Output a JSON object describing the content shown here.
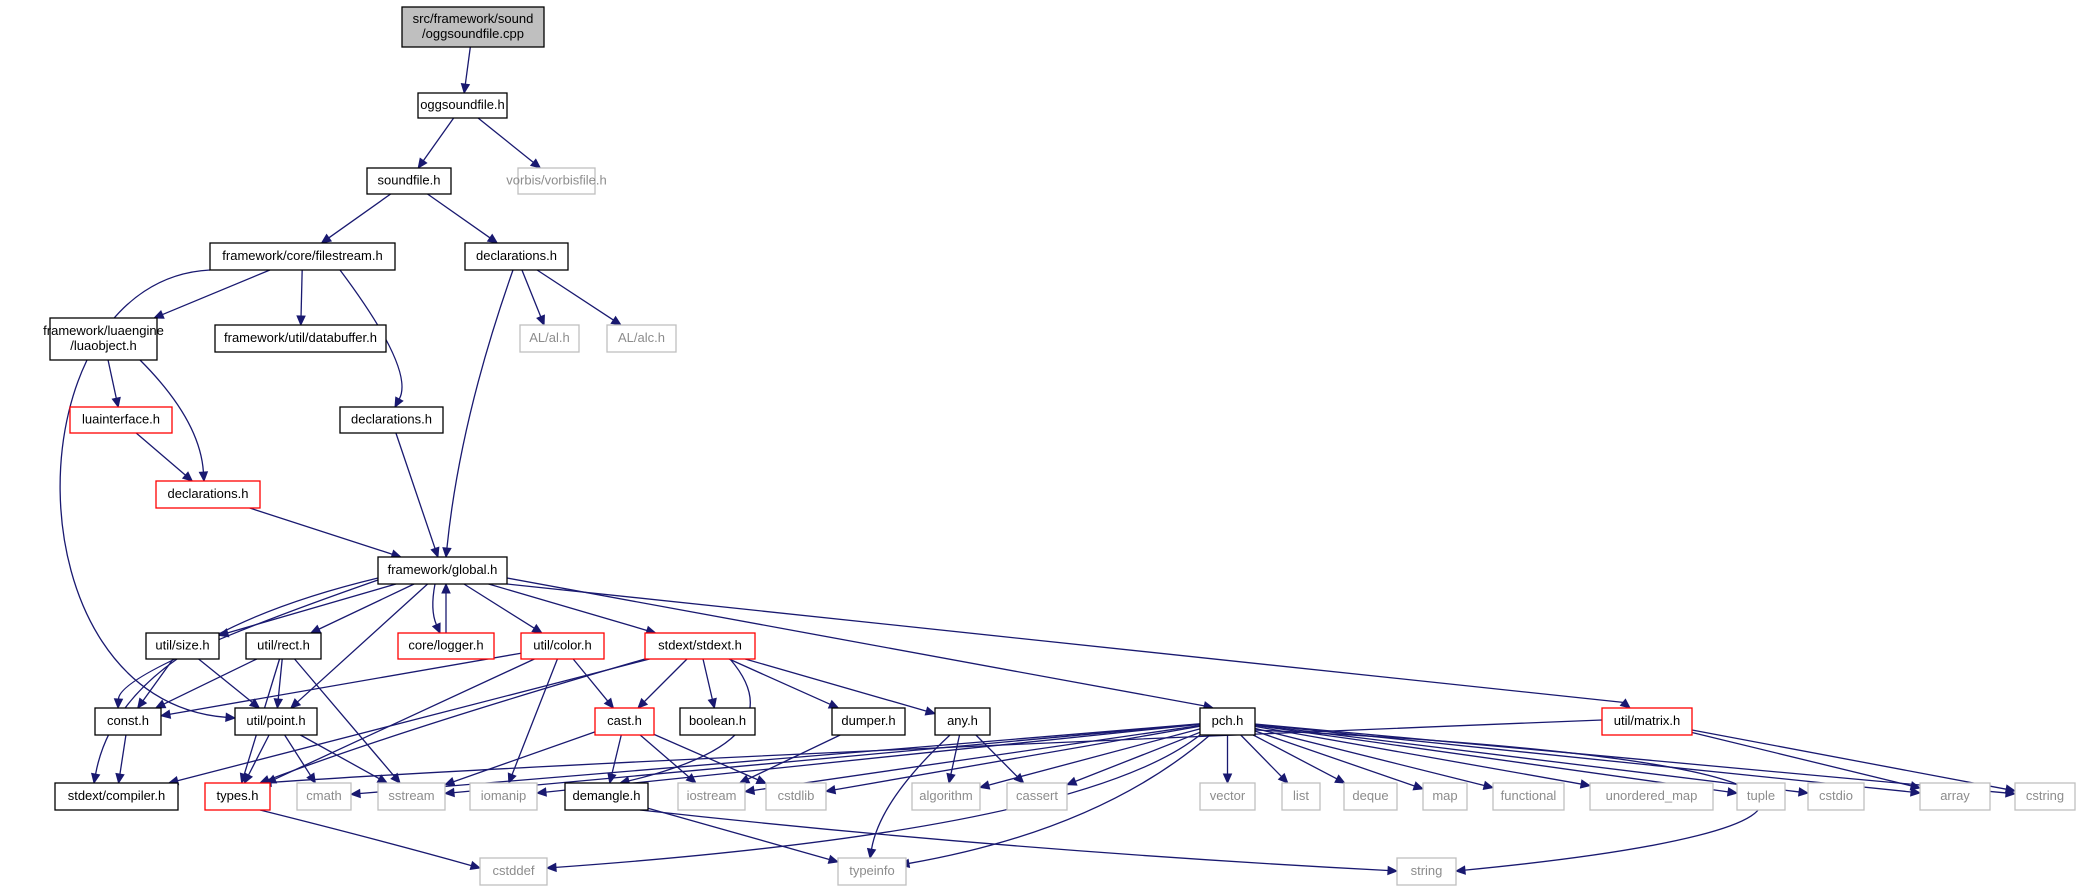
{
  "graph": {
    "colors": {
      "edge": "#191970",
      "root_fill": "#bfbfbf",
      "documented_border": "#000000",
      "truncated_border": "#ff0000",
      "external_border": "#bfbfbf",
      "external_text": "#8c8c8c"
    },
    "nodes": [
      {
        "id": "root",
        "kind": "root",
        "lines": [
          "src/framework/sound",
          "/oggsoundfile.cpp"
        ]
      },
      {
        "id": "oggsoundfile_h",
        "kind": "doc",
        "lines": [
          "oggsoundfile.h"
        ]
      },
      {
        "id": "soundfile_h",
        "kind": "doc",
        "lines": [
          "soundfile.h"
        ]
      },
      {
        "id": "vorbisfile_h",
        "kind": "ext",
        "lines": [
          "vorbis/vorbisfile.h"
        ]
      },
      {
        "id": "filestream_h",
        "kind": "doc",
        "lines": [
          "framework/core/filestream.h"
        ]
      },
      {
        "id": "declarations_sound",
        "kind": "doc",
        "lines": [
          "declarations.h"
        ]
      },
      {
        "id": "luaobject_h",
        "kind": "doc",
        "lines": [
          "framework/luaengine",
          "/luaobject.h"
        ]
      },
      {
        "id": "databuffer_h",
        "kind": "doc",
        "lines": [
          "framework/util/databuffer.h"
        ]
      },
      {
        "id": "al_h",
        "kind": "ext",
        "lines": [
          "AL/al.h"
        ]
      },
      {
        "id": "alc_h",
        "kind": "ext",
        "lines": [
          "AL/alc.h"
        ]
      },
      {
        "id": "luainterface_h",
        "kind": "trunc",
        "lines": [
          "luainterface.h"
        ]
      },
      {
        "id": "declarations_core",
        "kind": "doc",
        "lines": [
          "declarations.h"
        ]
      },
      {
        "id": "declarations_lua",
        "kind": "trunc",
        "lines": [
          "declarations.h"
        ]
      },
      {
        "id": "global_h",
        "kind": "doc",
        "lines": [
          "framework/global.h"
        ]
      },
      {
        "id": "size_h",
        "kind": "doc",
        "lines": [
          "util/size.h"
        ]
      },
      {
        "id": "rect_h",
        "kind": "doc",
        "lines": [
          "util/rect.h"
        ]
      },
      {
        "id": "logger_h",
        "kind": "trunc",
        "lines": [
          "core/logger.h"
        ]
      },
      {
        "id": "color_h",
        "kind": "trunc",
        "lines": [
          "util/color.h"
        ]
      },
      {
        "id": "stdext_h",
        "kind": "trunc",
        "lines": [
          "stdext/stdext.h"
        ]
      },
      {
        "id": "pch_h",
        "kind": "doc",
        "lines": [
          "pch.h"
        ]
      },
      {
        "id": "matrix_h",
        "kind": "trunc",
        "lines": [
          "util/matrix.h"
        ]
      },
      {
        "id": "const_h",
        "kind": "doc",
        "lines": [
          "const.h"
        ]
      },
      {
        "id": "point_h",
        "kind": "doc",
        "lines": [
          "util/point.h"
        ]
      },
      {
        "id": "cast_h",
        "kind": "trunc",
        "lines": [
          "cast.h"
        ]
      },
      {
        "id": "boolean_h",
        "kind": "doc",
        "lines": [
          "boolean.h"
        ]
      },
      {
        "id": "dumper_h",
        "kind": "doc",
        "lines": [
          "dumper.h"
        ]
      },
      {
        "id": "any_h",
        "kind": "doc",
        "lines": [
          "any.h"
        ]
      },
      {
        "id": "compiler_h",
        "kind": "doc",
        "lines": [
          "stdext/compiler.h"
        ]
      },
      {
        "id": "types_h",
        "kind": "trunc",
        "lines": [
          "types.h"
        ]
      },
      {
        "id": "cmath",
        "kind": "ext",
        "lines": [
          "cmath"
        ]
      },
      {
        "id": "sstream",
        "kind": "ext",
        "lines": [
          "sstream"
        ]
      },
      {
        "id": "iomanip",
        "kind": "ext",
        "lines": [
          "iomanip"
        ]
      },
      {
        "id": "demangle_h",
        "kind": "doc",
        "lines": [
          "demangle.h"
        ]
      },
      {
        "id": "iostream",
        "kind": "ext",
        "lines": [
          "iostream"
        ]
      },
      {
        "id": "cstdlib",
        "kind": "ext",
        "lines": [
          "cstdlib"
        ]
      },
      {
        "id": "algorithm",
        "kind": "ext",
        "lines": [
          "algorithm"
        ]
      },
      {
        "id": "cassert",
        "kind": "ext",
        "lines": [
          "cassert"
        ]
      },
      {
        "id": "vector",
        "kind": "ext",
        "lines": [
          "vector"
        ]
      },
      {
        "id": "list",
        "kind": "ext",
        "lines": [
          "list"
        ]
      },
      {
        "id": "deque",
        "kind": "ext",
        "lines": [
          "deque"
        ]
      },
      {
        "id": "map",
        "kind": "ext",
        "lines": [
          "map"
        ]
      },
      {
        "id": "functional",
        "kind": "ext",
        "lines": [
          "functional"
        ]
      },
      {
        "id": "unordered_map",
        "kind": "ext",
        "lines": [
          "unordered_map"
        ]
      },
      {
        "id": "tuple",
        "kind": "ext",
        "lines": [
          "tuple"
        ]
      },
      {
        "id": "cstdio",
        "kind": "ext",
        "lines": [
          "cstdio"
        ]
      },
      {
        "id": "array",
        "kind": "ext",
        "lines": [
          "array"
        ]
      },
      {
        "id": "cstring",
        "kind": "ext",
        "lines": [
          "cstring"
        ]
      },
      {
        "id": "cstddef",
        "kind": "ext",
        "lines": [
          "cstddef"
        ]
      },
      {
        "id": "typeinfo",
        "kind": "ext",
        "lines": [
          "typeinfo"
        ]
      },
      {
        "id": "string",
        "kind": "ext",
        "lines": [
          "string"
        ]
      }
    ],
    "edges": [
      [
        "root",
        "oggsoundfile_h"
      ],
      [
        "oggsoundfile_h",
        "soundfile_h"
      ],
      [
        "oggsoundfile_h",
        "vorbisfile_h"
      ],
      [
        "soundfile_h",
        "filestream_h"
      ],
      [
        "soundfile_h",
        "declarations_sound"
      ],
      [
        "filestream_h",
        "luaobject_h"
      ],
      [
        "filestream_h",
        "databuffer_h"
      ],
      [
        "filestream_h",
        "declarations_core"
      ],
      [
        "filestream_h",
        "point_h"
      ],
      [
        "declarations_sound",
        "global_h"
      ],
      [
        "declarations_sound",
        "al_h"
      ],
      [
        "declarations_sound",
        "alc_h"
      ],
      [
        "luaobject_h",
        "luainterface_h"
      ],
      [
        "luaobject_h",
        "declarations_lua"
      ],
      [
        "luainterface_h",
        "declarations_lua"
      ],
      [
        "declarations_lua",
        "global_h"
      ],
      [
        "declarations_core",
        "global_h"
      ],
      [
        "global_h",
        "size_h"
      ],
      [
        "global_h",
        "rect_h"
      ],
      [
        "global_h",
        "logger_h"
      ],
      [
        "global_h",
        "color_h"
      ],
      [
        "global_h",
        "stdext_h"
      ],
      [
        "global_h",
        "pch_h"
      ],
      [
        "global_h",
        "matrix_h"
      ],
      [
        "global_h",
        "const_h"
      ],
      [
        "global_h",
        "point_h"
      ],
      [
        "global_h",
        "compiler_h"
      ],
      [
        "logger_h",
        "global_h"
      ],
      [
        "size_h",
        "const_h"
      ],
      [
        "size_h",
        "point_h"
      ],
      [
        "rect_h",
        "const_h"
      ],
      [
        "rect_h",
        "point_h"
      ],
      [
        "rect_h",
        "types_h"
      ],
      [
        "rect_h",
        "sstream"
      ],
      [
        "color_h",
        "const_h"
      ],
      [
        "color_h",
        "types_h"
      ],
      [
        "color_h",
        "cast_h"
      ],
      [
        "color_h",
        "iomanip"
      ],
      [
        "stdext_h",
        "cast_h"
      ],
      [
        "stdext_h",
        "boolean_h"
      ],
      [
        "stdext_h",
        "dumper_h"
      ],
      [
        "stdext_h",
        "any_h"
      ],
      [
        "stdext_h",
        "compiler_h"
      ],
      [
        "stdext_h",
        "demangle_h"
      ],
      [
        "stdext_h",
        "types_h"
      ],
      [
        "const_h",
        "compiler_h"
      ],
      [
        "point_h",
        "types_h"
      ],
      [
        "point_h",
        "cmath"
      ],
      [
        "point_h",
        "sstream"
      ],
      [
        "cast_h",
        "demangle_h"
      ],
      [
        "cast_h",
        "iostream"
      ],
      [
        "cast_h",
        "cstdlib"
      ],
      [
        "cast_h",
        "sstream"
      ],
      [
        "dumper_h",
        "iostream"
      ],
      [
        "any_h",
        "algorithm"
      ],
      [
        "any_h",
        "cassert"
      ],
      [
        "any_h",
        "typeinfo"
      ],
      [
        "matrix_h",
        "array"
      ],
      [
        "matrix_h",
        "cstring"
      ],
      [
        "matrix_h",
        "types_h"
      ],
      [
        "types_h",
        "cstddef"
      ],
      [
        "demangle_h",
        "typeinfo"
      ],
      [
        "demangle_h",
        "string"
      ],
      [
        "pch_h",
        "vector"
      ],
      [
        "pch_h",
        "list"
      ],
      [
        "pch_h",
        "deque"
      ],
      [
        "pch_h",
        "map"
      ],
      [
        "pch_h",
        "functional"
      ],
      [
        "pch_h",
        "unordered_map"
      ],
      [
        "pch_h",
        "tuple"
      ],
      [
        "pch_h",
        "cstdio"
      ],
      [
        "pch_h",
        "array"
      ],
      [
        "pch_h",
        "cstring"
      ],
      [
        "pch_h",
        "cmath"
      ],
      [
        "pch_h",
        "sstream"
      ],
      [
        "pch_h",
        "iomanip"
      ],
      [
        "pch_h",
        "iostream"
      ],
      [
        "pch_h",
        "cstdlib"
      ],
      [
        "pch_h",
        "algorithm"
      ],
      [
        "pch_h",
        "cassert"
      ],
      [
        "pch_h",
        "cstddef"
      ],
      [
        "pch_h",
        "typeinfo"
      ],
      [
        "pch_h",
        "string"
      ]
    ]
  }
}
